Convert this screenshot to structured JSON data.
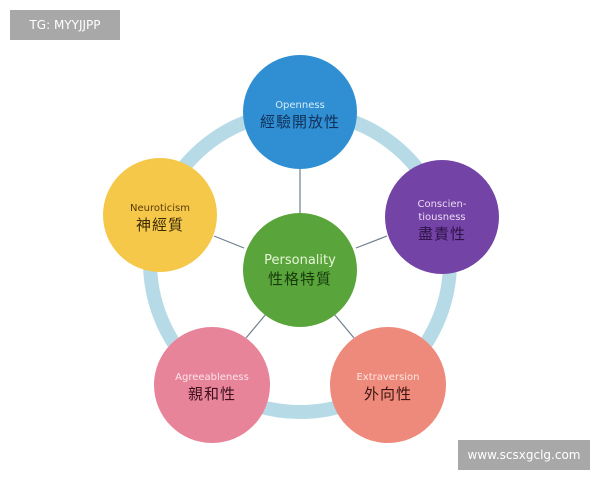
{
  "watermark_top": "TG: MYYJJPP",
  "watermark_bottom": "www.scsxgclg.com",
  "colors": {
    "ring": "#b7dbe6",
    "connector": "#6f7f8f",
    "openness": "#2f8fd2",
    "conscientiousness": "#7443a6",
    "neuroticism": "#f5c84a",
    "agreeableness": "#e8849a",
    "extraversion": "#ee8a7c",
    "personality": "#5aa53b"
  },
  "center": {
    "en": "Personality",
    "zh": "性格特質"
  },
  "traits": [
    {
      "id": "openness",
      "en": "Openness",
      "zh": "經驗開放性"
    },
    {
      "id": "conscientiousness",
      "en": "Conscien-",
      "en2": "tiousness",
      "zh": "盡責性"
    },
    {
      "id": "neuroticism",
      "en": "Neuroticism",
      "zh": "神經質"
    },
    {
      "id": "agreeableness",
      "en": "Agreeableness",
      "zh": "親和性"
    },
    {
      "id": "extraversion",
      "en": "Extraversion",
      "zh": "外向性"
    }
  ]
}
